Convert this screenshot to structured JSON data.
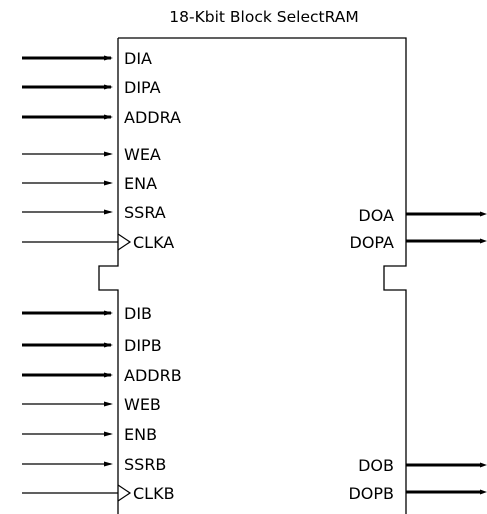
{
  "diagram": {
    "title": "18-Kbit Block SelectRAM",
    "port_a": {
      "inputs": [
        {
          "label": "DIA",
          "bus": true
        },
        {
          "label": "DIPA",
          "bus": true
        },
        {
          "label": "ADDRA",
          "bus": true
        },
        {
          "label": "WEA",
          "bus": false
        },
        {
          "label": "ENA",
          "bus": false
        },
        {
          "label": "SSRA",
          "bus": false
        },
        {
          "label": "CLKA",
          "bus": false,
          "clock": true
        }
      ],
      "outputs": [
        {
          "label": "DOA",
          "bus": true
        },
        {
          "label": "DOPA",
          "bus": true
        }
      ]
    },
    "port_b": {
      "inputs": [
        {
          "label": "DIB",
          "bus": true
        },
        {
          "label": "DIPB",
          "bus": true
        },
        {
          "label": "ADDRB",
          "bus": true
        },
        {
          "label": "WEB",
          "bus": false
        },
        {
          "label": "ENB",
          "bus": false
        },
        {
          "label": "SSRB",
          "bus": false
        },
        {
          "label": "CLKB",
          "bus": false,
          "clock": true
        }
      ],
      "outputs": [
        {
          "label": "DOB",
          "bus": true
        },
        {
          "label": "DOPB",
          "bus": true
        }
      ]
    }
  }
}
